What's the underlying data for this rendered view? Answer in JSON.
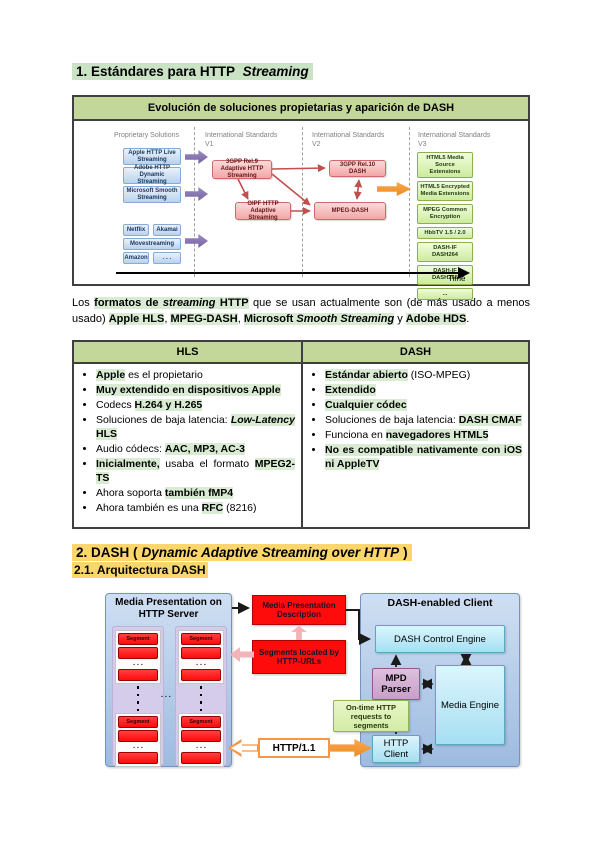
{
  "colors": {
    "heading_green": "#cbe3c5",
    "hl_green": "#d9ecd3",
    "header_green": "#c4d79b",
    "hl_yellow": "#fbd66d",
    "blue_box_border": "#85abd6",
    "pink_border": "#cf6a6a",
    "green_box_border": "#8ab04e",
    "purple_arrow": "#7663a5",
    "orange_arrow": "#ee8b22",
    "pink_arrow": "#f2b3b9",
    "red_box": "#fe0c0c",
    "server_border": "#7593bd",
    "lavender": "#d5cceb",
    "cyan_border": "#5ba6c2",
    "plum_box": "#c99fca",
    "note_green": "#d3eca5",
    "orange_line": "#f79646"
  },
  "doc": {
    "heading1": [
      {
        "t": "1. Estándares para HTTP ",
        "b": true
      },
      {
        "t": "Streaming",
        "b": true,
        "i": true
      }
    ],
    "paragraph": [
      {
        "t": "Los "
      },
      {
        "t": "formatos de ",
        "b": true,
        "h": true
      },
      {
        "t": "streaming",
        "b": true,
        "i": true,
        "h": true
      },
      {
        "t": " HTTP",
        "b": true,
        "h": true
      },
      {
        "t": " que se usan actualmente son (de más usado a menos usado) "
      },
      {
        "t": "Apple HLS",
        "b": true,
        "h": true
      },
      {
        "t": ", "
      },
      {
        "t": "MPEG-DASH",
        "b": true,
        "h": true
      },
      {
        "t": ", "
      },
      {
        "t": "Microsoft ",
        "b": true,
        "h": true
      },
      {
        "t": "Smooth Streaming",
        "b": true,
        "i": true,
        "h": true
      },
      {
        "t": " y "
      },
      {
        "t": "Adobe HDS",
        "b": true,
        "h": true
      },
      {
        "t": "."
      }
    ],
    "heading2": [
      {
        "t": "2. DASH (",
        "b": true
      },
      {
        "t": "Dynamic Adaptive Streaming over HTTP",
        "b": true,
        "i": true
      },
      {
        "t": ")",
        "b": true
      }
    ],
    "heading2_1": [
      {
        "t": "2.1. Arquitectura DASH",
        "b": true
      }
    ]
  },
  "figure1": {
    "title": "Evolución de soluciones propietarias y aparición de DASH",
    "col_labels": {
      "proprietary": "Proprietary Solutions",
      "v1": "International Standards\nV1",
      "v2": "International Standards\nV2",
      "v3": "International Standards\nV3"
    },
    "proprietary_boxes": {
      "apple": "Apple HTTP Live Streaming",
      "adobe": "Adobe HTTP Dynamic Streaming",
      "microsoft": "Microsoft Smooth Streaming",
      "netflix": "Netflix",
      "akamai": "Akamai",
      "movestreaming": "Movestreaming",
      "amazon": "Amazon",
      "more": ". . ."
    },
    "v1_boxes": {
      "box1": "3GPP Rel.9 Adaptive HTTP Streaming",
      "box2": "OIPF HTTP Adaptive Streaming"
    },
    "v2_boxes": {
      "box1": "3GPP Rel.10 DASH",
      "box2": "MPEG-DASH"
    },
    "v3_boxes": [
      "HTML5 Media Source Extensions",
      "HTML5 Encrypted Media Extensions",
      "MPEG Common Encryption",
      "HbbTV 1.5 / 2.0",
      "DASH-IF DASH264",
      "DASH-IF DASH265",
      "..."
    ],
    "time_label": "Time"
  },
  "table": {
    "headers": [
      "HLS",
      "DASH"
    ],
    "hls": [
      [
        {
          "t": "Apple",
          "b": true,
          "h": true
        },
        {
          "t": " es el propietario"
        }
      ],
      [
        {
          "t": "Muy extendido en dispositivos Apple",
          "b": true,
          "h": true
        }
      ],
      [
        {
          "t": "Codecs "
        },
        {
          "t": "H.264 y H.265",
          "b": true,
          "h": true
        }
      ],
      [
        {
          "t": "Soluciones de baja latencia: "
        },
        {
          "t": "Low-Latency",
          "b": true,
          "i": true,
          "h": true
        },
        {
          "t": " HLS",
          "b": true,
          "h": true
        }
      ],
      [
        {
          "t": "Audio códecs: "
        },
        {
          "t": "AAC, MP3, AC-3",
          "b": true,
          "h": true
        }
      ],
      [
        {
          "t": "Inicialmente,",
          "b": true,
          "h": true
        },
        {
          "t": " usaba el formato "
        },
        {
          "t": "MPEG2-TS",
          "b": true,
          "h": true
        }
      ],
      [
        {
          "t": "Ahora soporta "
        },
        {
          "t": "también fMP4",
          "b": true,
          "h": true
        }
      ],
      [
        {
          "t": "Ahora también es una "
        },
        {
          "t": "RFC",
          "b": true,
          "h": true
        },
        {
          "t": " (8216)"
        }
      ]
    ],
    "dash": [
      [
        {
          "t": "Estándar abierto",
          "b": true,
          "h": true
        },
        {
          "t": " (ISO-MPEG)"
        }
      ],
      [
        {
          "t": "Extendido",
          "b": true,
          "h": true
        }
      ],
      [
        {
          "t": "Cualquier códec",
          "b": true,
          "h": true
        }
      ],
      [
        {
          "t": "Soluciones de baja latencia: "
        },
        {
          "t": "DASH CMAF",
          "b": true,
          "h": true
        }
      ],
      [
        {
          "t": "Funciona en "
        },
        {
          "t": "navegadores HTML5",
          "b": true,
          "h": true
        }
      ],
      [
        {
          "t": "No es compatible nativamente con iOS ni AppleTV",
          "b": true,
          "h": true
        }
      ]
    ]
  },
  "figure2": {
    "server_title_line1": "Media Presentation on",
    "server_title_line2": "HTTP Server",
    "segment_label": "Segment",
    "group_dots": ". . .",
    "column_gap_dots": ". . .",
    "mpd_box": "Media Presentation Description",
    "segments_box": "Segments located by HTTP-URLs",
    "http_version": "HTTP/1.1",
    "client_title": [
      {
        "t": "DASH",
        "b": true
      },
      {
        "t": "-enabled "
      },
      {
        "t": "Client",
        "b": true
      }
    ],
    "dce": "DASH Control Engine",
    "mpd_parser": "MPD Parser",
    "media_engine": "Media Engine",
    "http_client": "HTTP Client",
    "ontime": "On-time HTTP requests to segments"
  }
}
